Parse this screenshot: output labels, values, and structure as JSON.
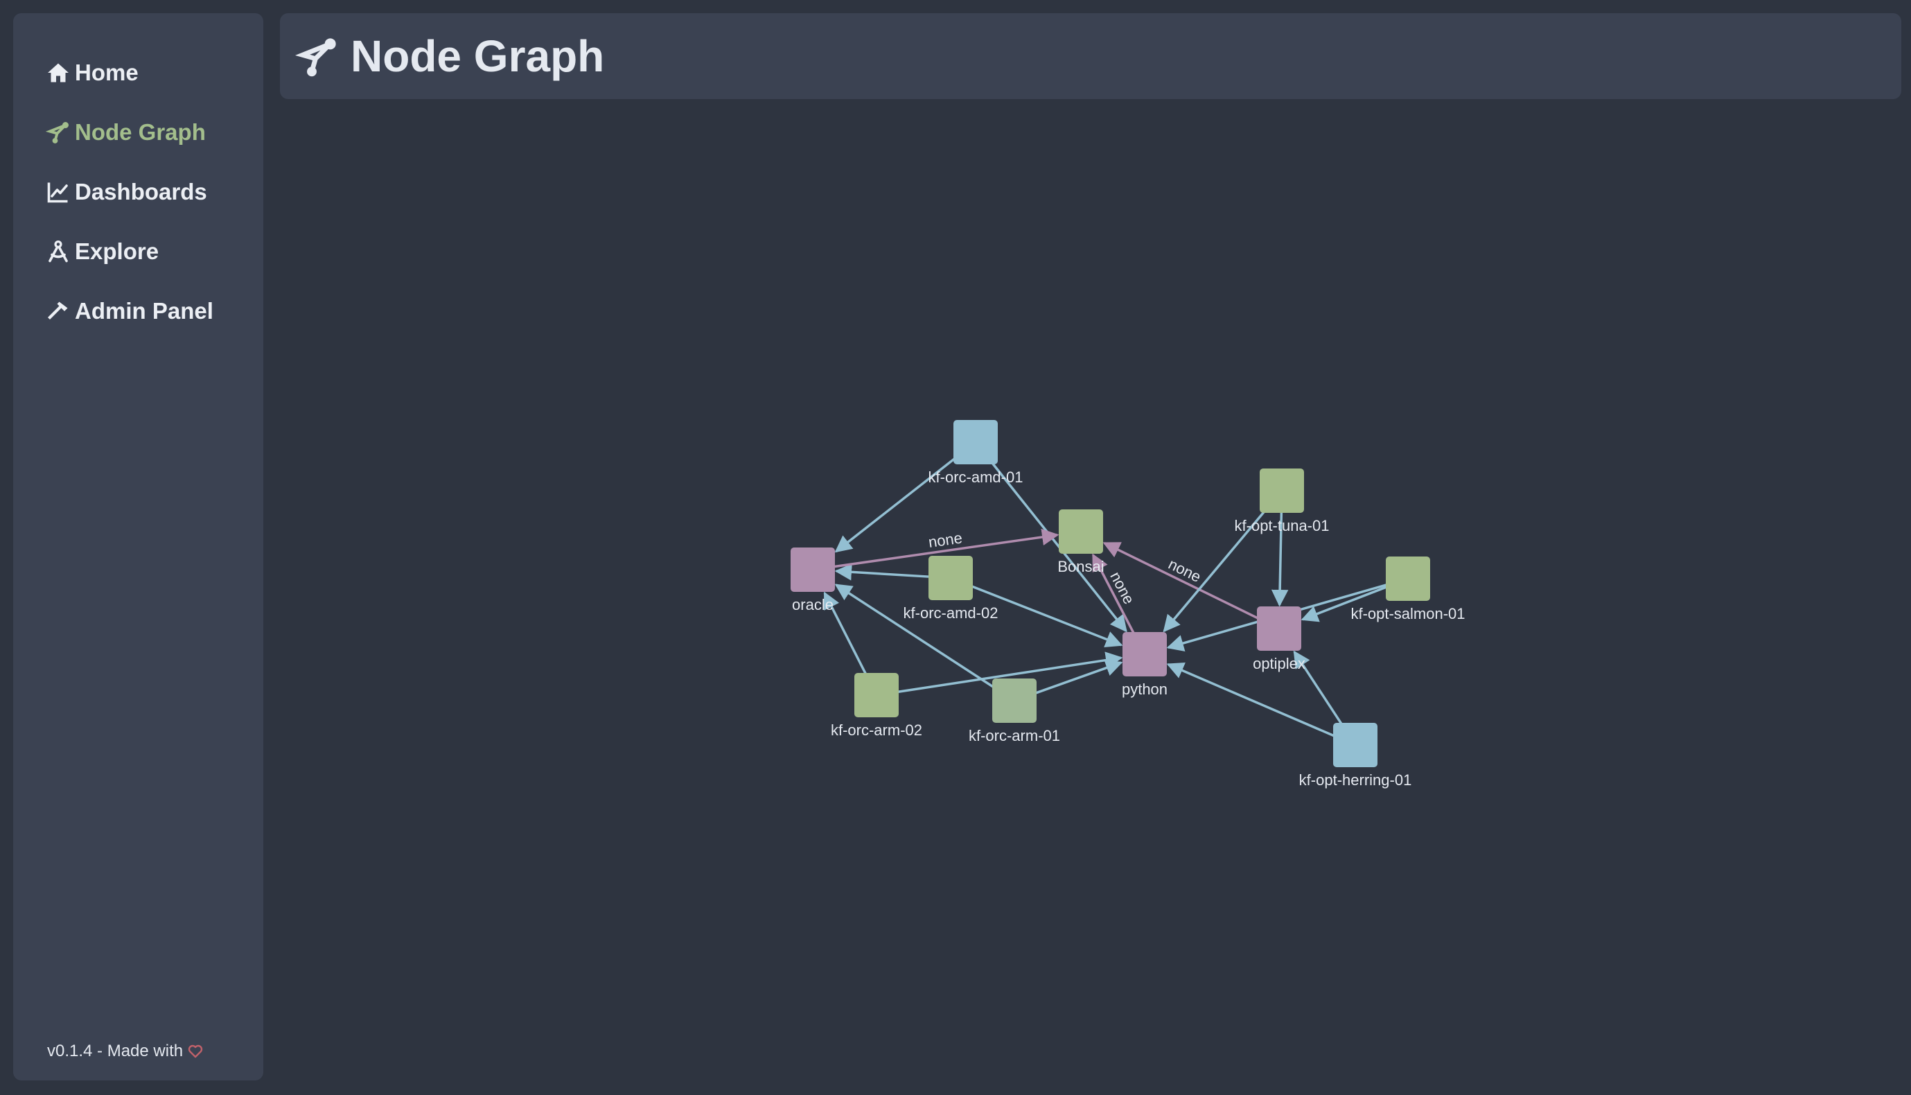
{
  "sidebar": {
    "items": [
      {
        "label": "Home",
        "icon": "home-icon",
        "active": false
      },
      {
        "label": "Node Graph",
        "icon": "node-graph-icon",
        "active": true
      },
      {
        "label": "Dashboards",
        "icon": "chart-line-icon",
        "active": false
      },
      {
        "label": "Explore",
        "icon": "compass-drafting-icon",
        "active": false
      },
      {
        "label": "Admin Panel",
        "icon": "hammer-icon",
        "active": false
      }
    ],
    "footer": {
      "text": "v0.1.4 - Made with",
      "icon": "heart-icon"
    }
  },
  "header": {
    "title": "Node Graph",
    "icon": "node-graph-icon"
  },
  "colors": {
    "background": "#2e3440",
    "panel": "#3b4252",
    "active": "#a3be8c",
    "node_blue": "#93bfd2",
    "node_green": "#a3bb8a",
    "node_green_alt": "#9fb896",
    "node_purple": "#af8fae",
    "edge_blue": "#93bfd2",
    "edge_purple": "#b08cae",
    "heart": "#bf616a"
  },
  "graph": {
    "nodes": [
      {
        "id": "kf-orc-amd-01",
        "label": "kf-orc-amd-01",
        "kind": "blue"
      },
      {
        "id": "oracle",
        "label": "oracle",
        "kind": "purple"
      },
      {
        "id": "kf-orc-amd-02",
        "label": "kf-orc-amd-02",
        "kind": "green"
      },
      {
        "id": "bonsai",
        "label": "Bonsai",
        "kind": "green"
      },
      {
        "id": "python",
        "label": "python",
        "kind": "purple"
      },
      {
        "id": "kf-orc-arm-02",
        "label": "kf-orc-arm-02",
        "kind": "green"
      },
      {
        "id": "kf-orc-arm-01",
        "label": "kf-orc-arm-01",
        "kind": "green_alt"
      },
      {
        "id": "kf-opt-tuna-01",
        "label": "kf-opt-tuna-01",
        "kind": "green"
      },
      {
        "id": "optiplex",
        "label": "optiplex",
        "kind": "purple"
      },
      {
        "id": "kf-opt-salmon-01",
        "label": "kf-opt-salmon-01",
        "kind": "green"
      },
      {
        "id": "kf-opt-herring-01",
        "label": "kf-opt-herring-01",
        "kind": "blue"
      }
    ],
    "edges": [
      {
        "from": "kf-orc-amd-01",
        "to": "oracle",
        "kind": "blue",
        "label": ""
      },
      {
        "from": "kf-orc-amd-01",
        "to": "python",
        "kind": "blue",
        "label": ""
      },
      {
        "from": "kf-orc-amd-02",
        "to": "oracle",
        "kind": "blue",
        "label": ""
      },
      {
        "from": "kf-orc-amd-02",
        "to": "python",
        "kind": "blue",
        "label": ""
      },
      {
        "from": "kf-orc-arm-02",
        "to": "oracle",
        "kind": "blue",
        "label": ""
      },
      {
        "from": "kf-orc-arm-02",
        "to": "python",
        "kind": "blue",
        "label": ""
      },
      {
        "from": "kf-orc-arm-01",
        "to": "oracle",
        "kind": "blue",
        "label": ""
      },
      {
        "from": "kf-orc-arm-01",
        "to": "python",
        "kind": "blue",
        "label": ""
      },
      {
        "from": "oracle",
        "to": "bonsai",
        "kind": "purple",
        "label": "none"
      },
      {
        "from": "python",
        "to": "bonsai",
        "kind": "purple",
        "label": "none"
      },
      {
        "from": "optiplex",
        "to": "bonsai",
        "kind": "purple",
        "label": "none"
      },
      {
        "from": "kf-opt-tuna-01",
        "to": "python",
        "kind": "blue",
        "label": ""
      },
      {
        "from": "kf-opt-tuna-01",
        "to": "optiplex",
        "kind": "blue",
        "label": ""
      },
      {
        "from": "kf-opt-salmon-01",
        "to": "python",
        "kind": "blue",
        "label": ""
      },
      {
        "from": "kf-opt-salmon-01",
        "to": "optiplex",
        "kind": "blue",
        "label": ""
      },
      {
        "from": "kf-opt-herring-01",
        "to": "python",
        "kind": "blue",
        "label": ""
      },
      {
        "from": "kf-opt-herring-01",
        "to": "optiplex",
        "kind": "blue",
        "label": ""
      }
    ]
  }
}
